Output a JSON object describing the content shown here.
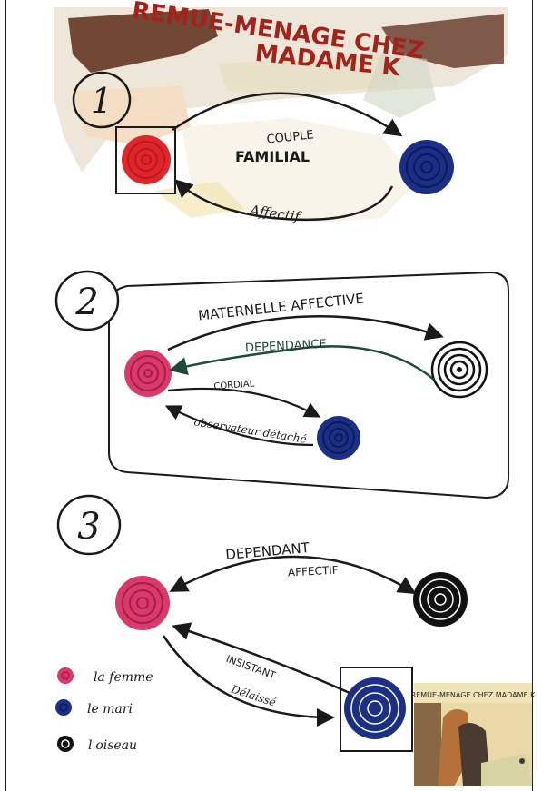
{
  "title": {
    "line1": "REMUE-MENAGE CHEZ",
    "line2": "MADAME K"
  },
  "sections": [
    {
      "number": "1",
      "labels": {
        "top": "COUPLE",
        "middle": "FAMILIAL",
        "bottom": "Affectif"
      }
    },
    {
      "number": "2",
      "labels": {
        "arc_top": "MATERNELLE AFFECTIVE",
        "arc_return": "DEPENDANCE",
        "short_top": "CORDIAL",
        "short_bottom": "observateur détaché"
      }
    },
    {
      "number": "3",
      "labels": {
        "arc_top": "DEPENDANT",
        "arc_sub": "AFFECTIF",
        "lower_1": "INSISTANT",
        "lower_2": "Délaissé"
      }
    }
  ],
  "legend": [
    {
      "label": "la femme",
      "color": "#d93a6a"
    },
    {
      "label": "le mari",
      "color": "#1b2f86"
    },
    {
      "label": "l'oiseau",
      "color": "#111111"
    }
  ],
  "thumbnail": {
    "caption": "REMUE-MENAGE CHEZ MADAME K"
  },
  "colors": {
    "woman_section1": "#e0262b",
    "woman": "#d93a6a",
    "husband": "#1b2f86",
    "bird": "#111111",
    "ink": "#1a1a1a",
    "green_ink": "#1f4a3a",
    "title_red": "#a3231a",
    "title_bg": "#5a2a18"
  }
}
